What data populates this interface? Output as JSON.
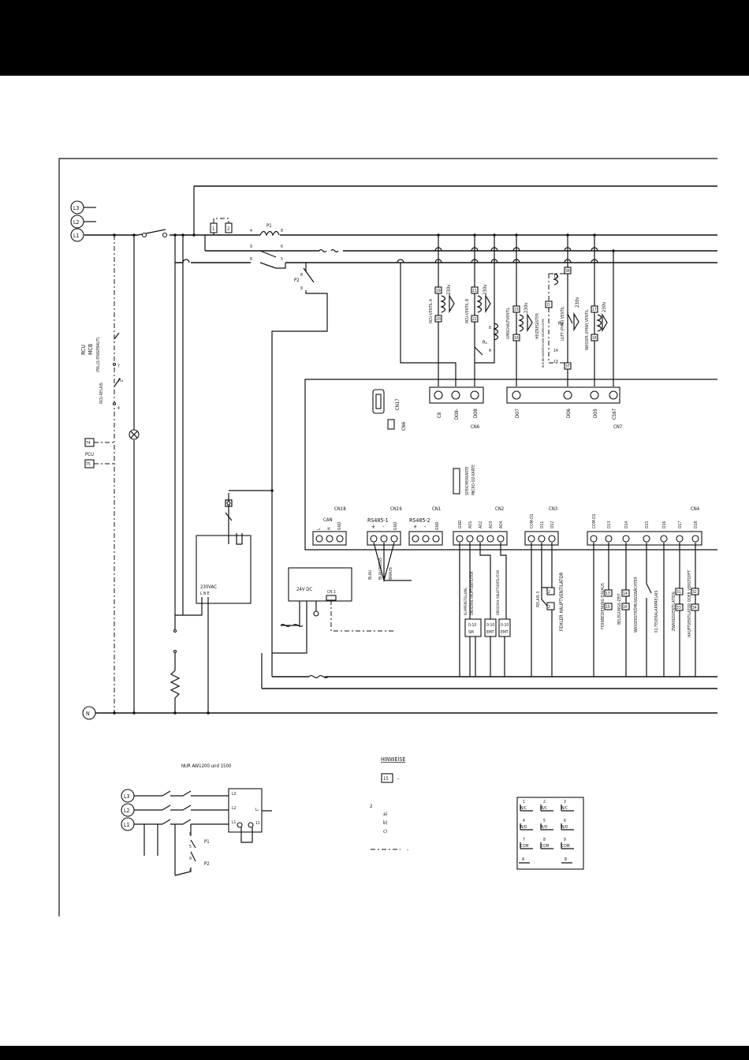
{
  "phases": {
    "l3": "L3",
    "l2": "L2",
    "l1": "L1",
    "n": "N"
  },
  "left": {
    "rcu": "RCU",
    "mcb": "MCB",
    "falls": "(FALLS EINGEBAUT)",
    "rcu_relais": "RCU-RELAIS",
    "r4": "R₄",
    "t7": "7",
    "t4": "4",
    "pcu": "PCU",
    "term_74": "74",
    "term_75": "75"
  },
  "relays": {
    "p1": "P1",
    "p2": "P2",
    "c4": "4",
    "c8a": "8",
    "c9": "9",
    "c6": "6",
    "c8b": "8",
    "c5": "5",
    "p2_8": "8",
    "p2_9": "9",
    "t1": "1",
    "t2": "2"
  },
  "valves": {
    "rcu_a": "RCU-VENTIL A",
    "rcu_b": "RCU-VENTIL B",
    "umschalt": "UMSCHALTVENTIL",
    "heiz": "HEIZREGISTER",
    "luft": "LUFT (PHW) VENTIL",
    "wasser": "WASSER (PHW) VENTIL",
    "v230": "230v",
    "r5": "R₅",
    "r6": "R₆",
    "heiz_note": "NUR BEI ELEKTRISCHEM HEIZREGISTER",
    "tA1": "19",
    "tA2": "20",
    "tB1": "21",
    "tB2": "22",
    "tU1": "15",
    "tU2": "16",
    "tH1": "38",
    "tH2": "D",
    "tH3": "37",
    "tL1": "17",
    "tL2": "18",
    "n12": "12",
    "n14": "14",
    "n13": "13",
    "n8": "8",
    "nA": "A"
  },
  "board": {
    "cn7_text": "CN17",
    "cn6": "CN6",
    "cn7": "CN7",
    "sd1": "SPEICHERKARTE",
    "sd2": "MICRO-SD-KARTE",
    "cn6_pins": [
      "C8",
      "DO8-",
      "DO8"
    ],
    "cn7_pins": [
      "DO7",
      "DO6",
      "DO5",
      "C567"
    ],
    "cn18": "CN18",
    "cn18_pins": [
      "L",
      "H",
      "GND"
    ],
    "cn18_sub": "CAN",
    "cn19": "CN19",
    "cn19_sub": "RS485-1",
    "cn19_pins": [
      "+",
      "-",
      "GND"
    ],
    "cn1": "CN1",
    "cn1_sub": "RS485-2",
    "cn1_pins": [
      "+",
      "-",
      "GND"
    ],
    "cn2": "CN2",
    "cn2_pins": [
      "GND",
      "AO1",
      "AO2",
      "AO3",
      "AO4"
    ],
    "cn3": "CN3",
    "cn3_pins": [
      "COM-D1",
      "D11",
      "D12"
    ],
    "cn4": "CN4",
    "cn4_pins": [
      "COM-D1",
      "D13",
      "D14",
      "D15",
      "D16",
      "D17",
      "D18"
    ]
  },
  "cables": {
    "blau": "BLAU",
    "blauweiss": "BLAU/WEISS",
    "braun": "BRAUN"
  },
  "psu": {
    "v230": "230VAC",
    "lne": "L  N  E",
    "v24": "24V DC",
    "cn": "CN 1"
  },
  "cn2_labels": {
    "a": "KLAPPENSTELLUNG",
    "b": "DREHZAHL HAUPTVENTILATOR",
    "c": "DREHZAHL ABLUFTVENTILATOR",
    "m1a": "0-10",
    "m1b": "0-10",
    "m2": "0-10",
    "m3": "0-10",
    "sm": "SM",
    "emt": "EMT"
  },
  "cn3_labels": {
    "relais": "RELAIS 3",
    "fehler": "FEHLER HAUPTVENTILATOR",
    "t1": "2",
    "t2": "3"
  },
  "cn4_labels": {
    "l1": "FERNBEDIENUNG EIN/AUS",
    "l2": "BELEGUNGS-ZEIT",
    "l3": "WASSERSTRÖMUNGSWÄCHTER",
    "l4": "K1 FEUERALARMRELAIS",
    "l5": "ZWANGSVENTILATION",
    "l6": "HAUPTVENTILATOR ODER VERSTOPFT",
    "t13": "13",
    "t14": "14",
    "t15": "15",
    "t16": "16",
    "t31": "31",
    "t32": "32",
    "t33": "33",
    "t34": "34"
  },
  "bottom": {
    "nur": "NUR AW1200 und 1500",
    "l3": "L3",
    "l2": "L2",
    "l1": "L1",
    "b_l3": "L3",
    "b_l2": "L2",
    "b_l1": "L1",
    "b_n1": "L₁",
    "b_n2": "11",
    "p1": "P1",
    "p2": "P2",
    "c8": "8",
    "c5": "5",
    "c9": "9",
    "c4": "4",
    "hinweise": "HINWEISE",
    "h15": "15",
    "h_dash": "-",
    "h2": "2",
    "ha": "a)",
    "hb": "b)",
    "hc": "c)",
    "h_dash2": "-",
    "relay_map": [
      {
        "n": "1",
        "t": "N/C"
      },
      {
        "n": "2",
        "t": "N/C"
      },
      {
        "n": "3",
        "t": "N/C"
      },
      {
        "n": "4",
        "t": "N/O"
      },
      {
        "n": "5",
        "t": "N/O"
      },
      {
        "n": "6",
        "t": "N/O"
      },
      {
        "n": "7",
        "t": "COM"
      },
      {
        "n": "8",
        "t": "COM"
      },
      {
        "n": "9",
        "t": "COM"
      }
    ],
    "ra": "A",
    "rb": "B"
  }
}
